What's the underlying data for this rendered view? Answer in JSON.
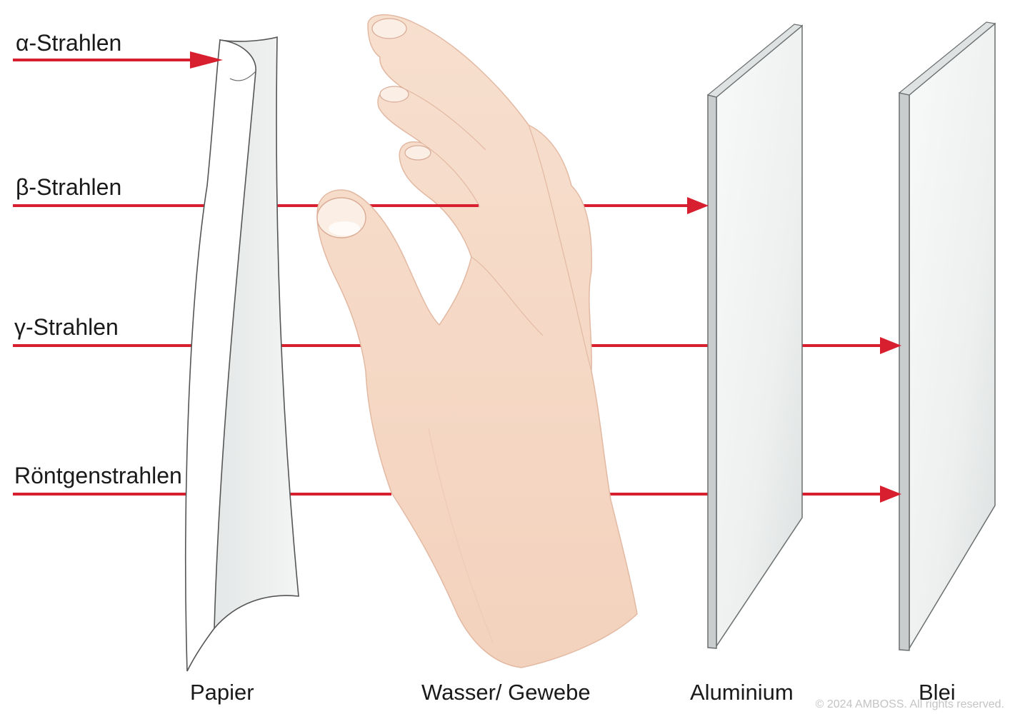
{
  "rays": [
    {
      "id": "alpha",
      "label": "α-Strahlen",
      "stopped_by": "Papier"
    },
    {
      "id": "beta",
      "label": "β-Strahlen",
      "stopped_by": "Aluminium"
    },
    {
      "id": "gamma",
      "label": "γ-Strahlen",
      "stopped_by": "Blei"
    },
    {
      "id": "xray",
      "label": "Röntgenstrahlen",
      "stopped_by": "Blei"
    }
  ],
  "materials": [
    {
      "id": "paper",
      "label": "Papier"
    },
    {
      "id": "tissue",
      "label": "Wasser/ Gewebe"
    },
    {
      "id": "aluminium",
      "label": "Aluminium"
    },
    {
      "id": "lead",
      "label": "Blei"
    }
  ],
  "copyright": "© 2024 AMBOSS. All rights reserved.",
  "colors": {
    "ray": "#d71f2f",
    "skin": "#f6dcc9",
    "plate": "#eceeee",
    "plate_edge": "#c9cdcd"
  }
}
